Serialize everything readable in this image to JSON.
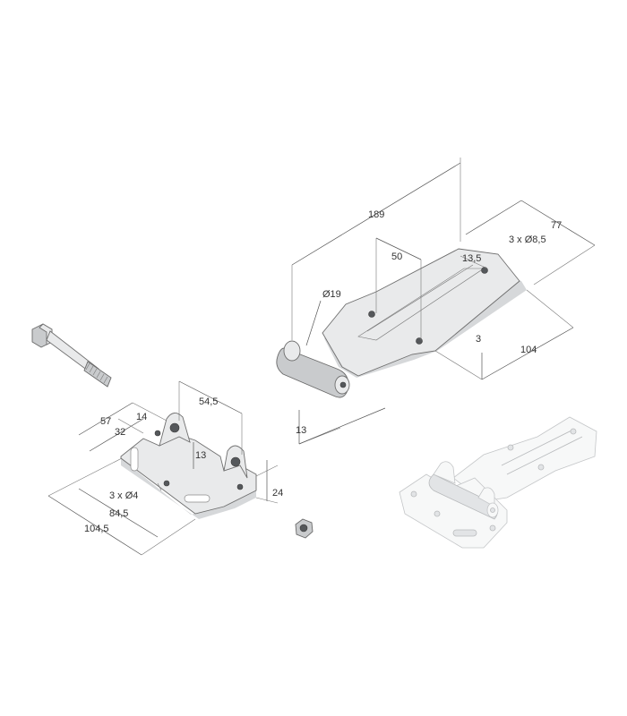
{
  "dimensions": {
    "hinge_length": "189",
    "hinge_width": "77",
    "hole_spacing": "50",
    "hole_count_diameter": "3 x Ø8,5",
    "hole_offset": "13,5",
    "pin_diameter": "Ø19",
    "plate_thickness": "3",
    "hinge_depth": "104",
    "barrel_offset": "13",
    "bracket_top_span": "54,5",
    "bracket_slot_depth": "57",
    "bracket_slot_width": "14",
    "bracket_hole_spacing": "32",
    "bracket_lug_height": "13",
    "bracket_height": "24",
    "bracket_hole_count_diameter": "3 x Ø4",
    "bracket_inner_length": "84,5",
    "bracket_overall_length": "104,5"
  }
}
